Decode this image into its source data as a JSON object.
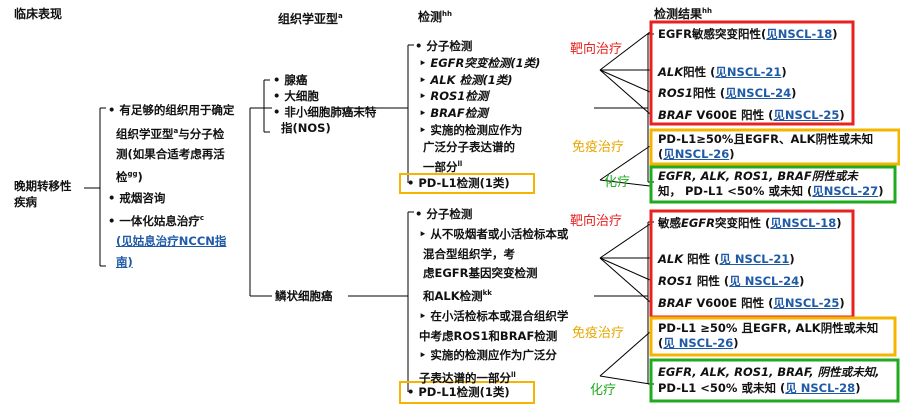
{
  "headers": {
    "clinical": "临床表现",
    "histology": "组织学亚型",
    "histology_sup": "a",
    "testing": "检测",
    "testing_sup": "hh",
    "results": "检测结果",
    "results_sup": "hh"
  },
  "clinical": {
    "label_line1": "晚期转移性",
    "label_line2": "疾病"
  },
  "workup": {
    "l1": "• 有足够的组织用于确定",
    "l2a": "组织学亚型",
    "l2sup": "a",
    "l2b": "与分子检",
    "l3": "测(如果合适考虑再活",
    "l4": "检",
    "l4sup": "gg",
    "l4b": ")",
    "l5": "• 戒烟咨询",
    "l6": "• 一体化姑息治疗",
    "l6sup": "c",
    "l7": "(见姑息治疗NCCN指",
    "l8": "南)"
  },
  "histology_nonsq": {
    "l1": "• 腺癌",
    "l2": "• 大细胞",
    "l3": "• 非小细胞肺癌未特",
    "l4": "指(NOS)"
  },
  "histology_sq": {
    "label": "鳞状细胞癌"
  },
  "testing_top": {
    "l1": "• 分子检测",
    "l2": "‣ EGFR突变检测(1类)",
    "l3": "‣ ALK 检测(1类)",
    "l4": "‣ ROS1检测",
    "l5": "‣ BRAF检测",
    "l6": "‣ 实施的检测应作为",
    "l7": "广泛分子表达谱的",
    "l8": "一部分",
    "l8sup": "ll",
    "pdl1": "• PD-L1检测(1类)"
  },
  "testing_bottom": {
    "l1": "• 分子检测",
    "l2": "‣ 从不吸烟者或小活检标本或",
    "l3": "混合型组织学，考",
    "l4": "虑EGFR基因突变检测",
    "l5": "和ALK检测",
    "l5sup": "kk",
    "l6": "‣ 在小活检标本或混合组织学",
    "l7": "中考虑ROS1和BRAF检测",
    "l8": "‣ 实施的检测应作为广泛分",
    "l9": "子表达谱的一部分",
    "l9sup": "ll",
    "pdl1": "• PD-L1检测(1类)"
  },
  "annotations": {
    "targeted1": "靶向治疗",
    "immuno1": "免疫治疗",
    "chemo1": "化疗",
    "targeted2": "靶向治疗",
    "immuno2": "免疫治疗",
    "chemo2": "化疗"
  },
  "results_top": {
    "egfr_text": "EGFR敏感突变阳性(",
    "egfr_link": "见NSCL-18",
    "egfr_end": ")",
    "alk_gene": "ALK",
    "alk_text": "阳性 (",
    "alk_link": "见NSCL-21",
    "ros1_gene": "ROS1",
    "ros1_text": "阳性 (",
    "ros1_link": "见NSCL-24",
    "braf_gene": "BRAF",
    "braf_text": " V600E 阳性 (",
    "braf_link": "见NSCL-25",
    "pdl1_l1": "PD-L1≥50%且EGFR、ALK阴性或未知",
    "pdl1_l2a": "(",
    "pdl1_link": "见NSCL-26",
    "chemo_l1": "EGFR, ALK, ROS1, BRAF阴性或未",
    "chemo_l2a": "知， PD-L1 <50% 或未知 (",
    "chemo_link": "见NSCL-27",
    "close": ")"
  },
  "results_bottom": {
    "egfr_text_a": "敏感",
    "egfr_gene": "EGFR",
    "egfr_text_b": "突变阳性 (",
    "egfr_link": "见NSCL-18",
    "alk_gene": "ALK",
    "alk_text": " 阳性 (",
    "alk_link": "见 NSCL-21",
    "ros1_gene": "ROS1",
    "ros1_text": " 阳性 (",
    "ros1_link": "见 NSCL-24",
    "braf_gene": "BRAF",
    "braf_text": " V600E 阳性 (",
    "braf_link": "见NSCL-25",
    "pdl1_l1": "PD-L1 ≥50% 且EGFR, ALK阴性或未知",
    "pdl1_l2a": "(",
    "pdl1_link": "见 NSCL-26",
    "chemo_l1": "EGFR, ALK, ROS1, BRAF, 阴性或未知,",
    "chemo_l2a": "PD-L1 <50% 或未知 (",
    "chemo_link": "见 NSCL-28",
    "close": ")"
  },
  "colors": {
    "red": "#e8231f",
    "orange": "#f5b400",
    "green": "#1faa1f",
    "anno_red": "#e8231f",
    "anno_orange": "#e6a700",
    "anno_green": "#1faa1f",
    "link": "#1f5aa6"
  }
}
